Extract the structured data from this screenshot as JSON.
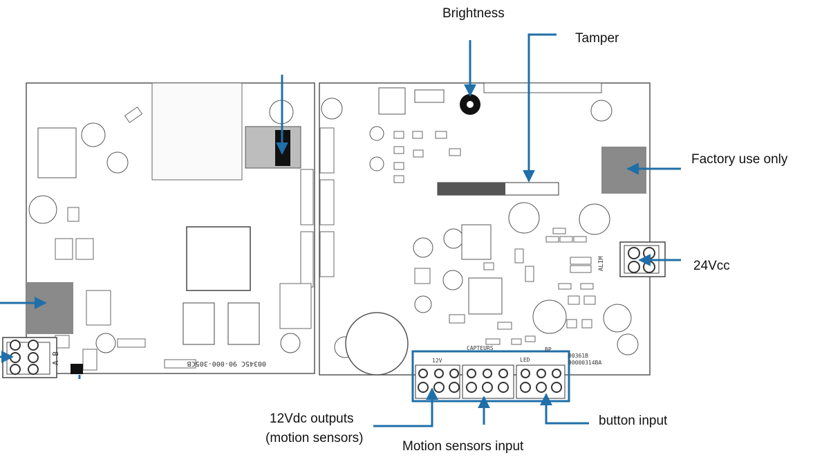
{
  "labels": {
    "brightness": "Brightness",
    "tamper": "Tamper",
    "factory": "Factory use only",
    "vcc24": "24Vcc",
    "outputs_line1": "12Vdc outputs",
    "outputs_line2": "(motion sensors)",
    "motion_input": "Motion sensors input",
    "button_input": "button input"
  },
  "board_markings": {
    "left_part_number": "00345C  90-000-305CB",
    "right_part_number_1": "00361B",
    "right_part_number_2": "90000314BA",
    "terminal_ab": "A  B",
    "capteurs": "CAPTEURS",
    "v12": "12V",
    "bp": "BP",
    "alim": "ALIM",
    "led": "LED"
  },
  "colors": {
    "arrow": "#1f6fa8",
    "pad": "#8a8a8a",
    "outline": "#555555"
  }
}
